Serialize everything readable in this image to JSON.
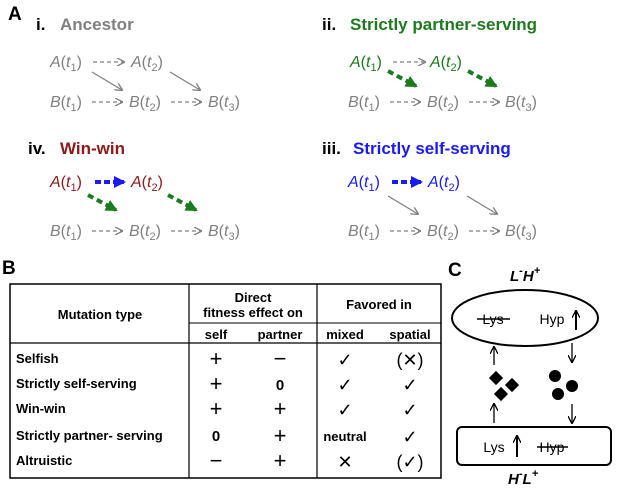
{
  "panelA": {
    "letter": "A",
    "i": {
      "num": "i.",
      "title": "Ancestor"
    },
    "ii": {
      "num": "ii.",
      "title": "Strictly partner-serving"
    },
    "iii": {
      "num": "iii.",
      "title": "Strictly self-serving"
    },
    "iv": {
      "num": "iv.",
      "title": "Win-win"
    },
    "A_t1": "A",
    "A_t2": "A",
    "B_t1": "B",
    "B_t2": "B",
    "B_t3": "B",
    "t1": "t",
    "t2": "t",
    "t3": "t",
    "sub1": "1",
    "sub2": "2",
    "sub3": "3",
    "lp": "(",
    "rp": ")"
  },
  "panelB": {
    "letter": "B",
    "headers": {
      "mutation_type": "Mutation type",
      "direct_line1": "Direct",
      "direct_line2": "fitness effect on",
      "favored": "Favored in",
      "self": "self",
      "partner": "partner",
      "mixed": "mixed",
      "spatial": "spatial"
    },
    "rows": [
      {
        "type": "Selfish",
        "self": "+",
        "partner": "−",
        "mixed": "✓",
        "spatial": "(✕)"
      },
      {
        "type": "Strictly self-serving",
        "self": "+",
        "partner": "0",
        "mixed": "✓",
        "spatial": "✓"
      },
      {
        "type": "Win-win",
        "self": "+",
        "partner": "+",
        "mixed": "✓",
        "spatial": "✓"
      },
      {
        "type": "Strictly partner- serving",
        "self": "0",
        "partner": "+",
        "mixed": "neutral",
        "spatial": "✓"
      },
      {
        "type": "Altruistic",
        "self": "−",
        "partner": "+",
        "mixed": "✕",
        "spatial": "(✓)"
      }
    ]
  },
  "panelC": {
    "letter": "C",
    "top_L": "L",
    "top_L_sup": "-",
    "top_H": "H",
    "top_H_sup": "+",
    "lys_top": "Lys",
    "hyp_top": "Hyp",
    "lys_bottom": "Lys",
    "hyp_bottom": "Hyp",
    "bot_H": "H",
    "bot_H_sup": "-",
    "bot_L": "L",
    "bot_L_sup": "+"
  },
  "colors": {
    "gray": "#808080",
    "green": "#1f7a1f",
    "blue": "#1a1aff",
    "dark_red": "#8b1a1a"
  }
}
